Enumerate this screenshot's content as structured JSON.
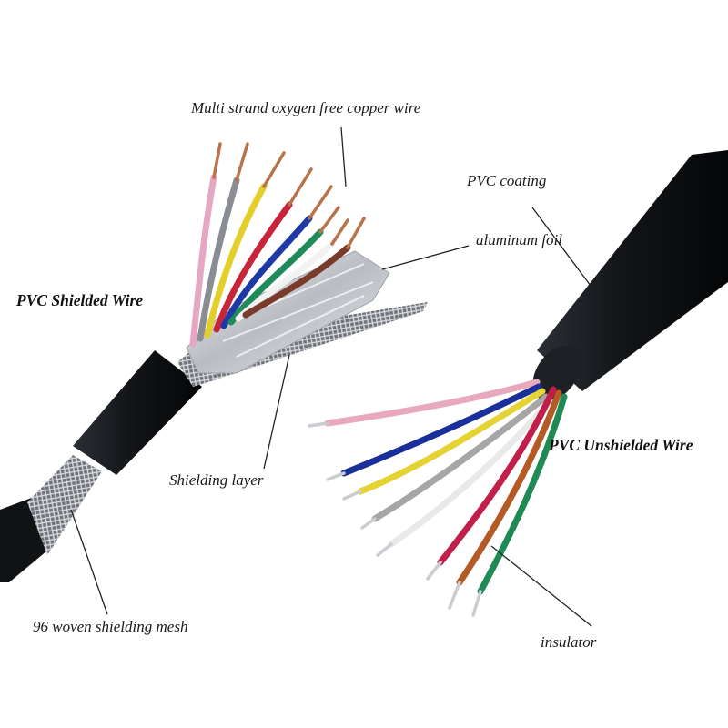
{
  "labels": {
    "copper": "Multi strand oxygen free copper wire",
    "pvc_coating": "PVC coating",
    "aluminum_foil": "aluminum foil",
    "pvc_shielded": "PVC Shielded Wire",
    "pvc_unshielded": "PVC Unshielded Wire",
    "shielding_layer": "Shielding layer",
    "woven_mesh": "96 woven shielding mesh",
    "insulator": "insulator"
  },
  "colors": {
    "background": "#ffffff",
    "jacket": "#121417",
    "copper": "#b8734a",
    "foil": "#c9ccd0",
    "braid": "#8d9096",
    "leader_line": "#222222",
    "shielded_cores": [
      "#e6a7c3",
      "#8a8e94",
      "#e3cf2a",
      "#c8243a",
      "#1f3aa6",
      "#1f8a5a",
      "#f2f2f2",
      "#7a3b2a"
    ],
    "unshielded_cores": [
      "#e8a9bd",
      "#1b2f9a",
      "#e5d233",
      "#a6a6a6",
      "#e9e9e9",
      "#c21e4a",
      "#b45a25",
      "#1f8a54"
    ]
  }
}
